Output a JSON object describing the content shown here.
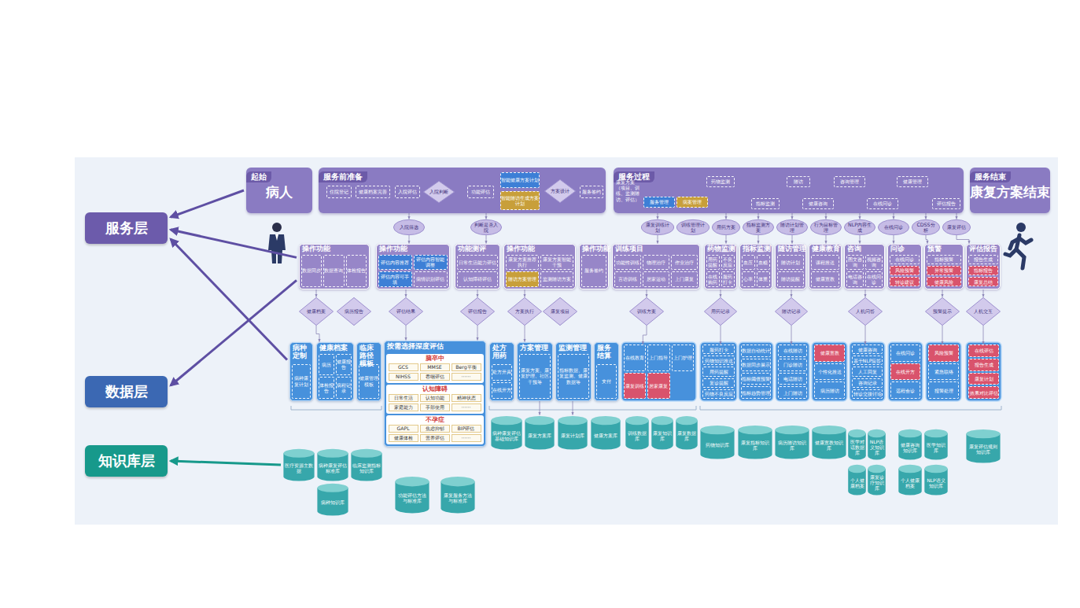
{
  "diagram": {
    "nodes": [
      {
        "text": [
          "服务层"
        ]
      },
      {
        "text": [
          "数据层"
        ]
      },
      {
        "text": [
          "知识库层"
        ]
      },
      {
        "text": [
          "起始",
          "病人"
        ]
      },
      {
        "text": [
          "服务前准备"
        ]
      },
      {
        "text": [
          "住院登记"
        ],
        "in": 4
      },
      {
        "text": [
          "健康档案完善"
        ],
        "in": 4
      },
      {
        "text": [
          "入院评估"
        ],
        "in": 4
      },
      {
        "text": [
          "入院判断"
        ],
        "in": 4
      },
      {
        "text": [
          "功能评估"
        ],
        "in": 4
      },
      {
        "text": [
          "智能健康方案计划"
        ],
        "in": 4
      },
      {
        "text": [
          "智能随访生成方案计划"
        ],
        "in": 4
      },
      {
        "text": [
          "方案设计"
        ],
        "in": 4
      },
      {
        "text": [
          "服务签约"
        ],
        "in": 4
      },
      {
        "text": [
          "服务过程"
        ]
      },
      {
        "text": [
          "服务管理"
        ],
        "in": 14
      },
      {
        "text": [
          "病案管理"
        ],
        "in": 14
      },
      {
        "text": [
          "药物监测"
        ],
        "in": 14
      },
      {
        "text": [
          "随访"
        ],
        "in": 14
      },
      {
        "text": [
          "咨询管理"
        ],
        "in": 14
      },
      {
        "text": [
          "健康管理"
        ],
        "in": 14
      },
      {
        "text": [
          "指标监测"
        ],
        "in": 14
      },
      {
        "text": [
          "健康咨询"
        ],
        "in": 14
      },
      {
        "text": [
          "在线问诊"
        ],
        "in": 14
      },
      {
        "text": [
          "评估报告"
        ],
        "in": 14
      },
      {
        "text": [
          "服务结束",
          "康复方案结束"
        ]
      },
      {
        "text": [
          "入院筛选"
        ]
      },
      {
        "text": [
          "判断是否入院"
        ]
      },
      {
        "text": [
          "康复训练计划"
        ]
      },
      {
        "text": [
          "训练管理计划"
        ]
      },
      {
        "text": [
          "用药方案"
        ]
      },
      {
        "text": [
          "指标监测方案"
        ]
      },
      {
        "text": [
          "随访计划管理"
        ]
      },
      {
        "text": [
          "行为目标管理"
        ]
      },
      {
        "text": [
          "NLP内容生成"
        ]
      },
      {
        "text": [
          "在线问诊"
        ]
      },
      {
        "text": [
          "CDSS分析"
        ]
      },
      {
        "text": [
          "康复评估"
        ]
      },
      {
        "text": [
          "操作功能"
        ]
      },
      {
        "text": [
          "数据同步"
        ],
        "in": 38
      },
      {
        "text": [
          "数据查询"
        ],
        "in": 38
      },
      {
        "text": [
          "体检报告"
        ],
        "in": 38
      },
      {
        "text": [
          "操作功能"
        ]
      },
      {
        "text": [
          "评估内容推荐"
        ],
        "in": 42
      },
      {
        "text": [
          "评估内容智能调整"
        ],
        "in": 42
      },
      {
        "text": [
          "评估内容可手填"
        ],
        "in": 42
      },
      {
        "text": [
          "病情识别评估"
        ],
        "in": 42
      },
      {
        "text": [
          "功能测评"
        ]
      },
      {
        "text": [
          "日常生活能力评估"
        ],
        "in": 47
      },
      {
        "text": [
          "认知障碍评估"
        ],
        "in": 47
      },
      {
        "text": [
          "操作功能"
        ]
      },
      {
        "text": [
          "康复方案推荐执行"
        ],
        "in": 50
      },
      {
        "text": [
          "康复方案智能干预"
        ],
        "in": 50
      },
      {
        "text": [
          "随访方案管理"
        ],
        "in": 50
      },
      {
        "text": [
          "监测随访方案"
        ],
        "in": 50
      },
      {
        "text": [
          "操作功能"
        ]
      },
      {
        "text": [
          "服务签约"
        ],
        "in": 55
      },
      {
        "text": [
          "训练项目"
        ]
      },
      {
        "text": [
          "功能性训练"
        ],
        "in": 57
      },
      {
        "text": [
          "物理治疗"
        ],
        "in": 57
      },
      {
        "text": [
          "作业治疗"
        ],
        "in": 57
      },
      {
        "text": [
          "言语训练"
        ],
        "in": 57
      },
      {
        "text": [
          "居家运动"
        ],
        "in": 57
      },
      {
        "text": [
          "上门康复"
        ],
        "in": 57
      },
      {
        "text": [
          "药物监测"
        ]
      },
      {
        "text": [
          "用药提醒"
        ],
        "in": 64
      },
      {
        "text": [
          "不良反应"
        ],
        "in": 64
      },
      {
        "text": [
          "在线购药"
        ],
        "in": 64
      },
      {
        "text": [
          "服药打卡"
        ],
        "in": 64
      },
      {
        "text": [
          "指标监测"
        ]
      },
      {
        "text": [
          "血压"
        ],
        "in": 69
      },
      {
        "text": [
          "血糖"
        ],
        "in": 69
      },
      {
        "text": [
          "心率"
        ],
        "in": 69
      },
      {
        "text": [
          "体重"
        ],
        "in": 69
      },
      {
        "text": [
          "随访管理"
        ]
      },
      {
        "text": [
          "随访计划"
        ],
        "in": 74
      },
      {
        "text": [
          "随访提醒"
        ],
        "in": 74
      },
      {
        "text": [
          "健康教育"
        ]
      },
      {
        "text": [
          "课程推送"
        ],
        "in": 77
      },
      {
        "text": [
          "健康宣教"
        ],
        "in": 77
      },
      {
        "text": [
          "咨询"
        ]
      },
      {
        "text": [
          "图文咨询"
        ],
        "in": 80
      },
      {
        "text": [
          "视频咨询"
        ],
        "in": 80
      },
      {
        "text": [
          "电话咨询"
        ],
        "in": 80
      },
      {
        "text": [
          "在线问诊"
        ],
        "in": 80
      },
      {
        "text": [
          "问诊"
        ]
      },
      {
        "text": [
          "在线问诊"
        ],
        "in": 85
      },
      {
        "text": [
          "风险预警"
        ],
        "in": 85
      },
      {
        "text": [
          "转诊建议"
        ],
        "in": 85
      },
      {
        "text": [
          "预警"
        ]
      },
      {
        "text": [
          "指标预警"
        ],
        "in": 89
      },
      {
        "text": [
          "异常预警"
        ],
        "in": 89
      },
      {
        "text": [
          "健康风险"
        ],
        "in": 89
      },
      {
        "text": [
          "评估报告"
        ]
      },
      {
        "text": [
          "报告生成"
        ],
        "in": 93
      },
      {
        "text": [
          "指标报告"
        ],
        "in": 93
      },
      {
        "text": [
          "康复总结"
        ],
        "in": 93
      },
      {
        "text": [
          "健康档案"
        ]
      },
      {
        "text": [
          "病历报告"
        ]
      },
      {
        "text": [
          "评估结果"
        ]
      },
      {
        "text": [
          "评估报告"
        ]
      },
      {
        "text": [
          "方案执行"
        ]
      },
      {
        "text": [
          "康复项目"
        ]
      },
      {
        "text": [
          "训练方案"
        ]
      },
      {
        "text": [
          "用药记录"
        ]
      },
      {
        "text": [
          "随访记录"
        ]
      },
      {
        "text": [
          "人机问答"
        ]
      },
      {
        "text": [
          "预警提示"
        ]
      },
      {
        "text": [
          "人机交互"
        ]
      },
      {
        "text": [
          "病种定制"
        ]
      },
      {
        "text": [
          "病种康复计划"
        ],
        "in": 109
      },
      {
        "text": [
          "健康档案"
        ]
      },
      {
        "text": [
          "病历"
        ],
        "in": 111
      },
      {
        "text": [
          "健康报告"
        ],
        "in": 111
      },
      {
        "text": [
          "体检报告"
        ],
        "in": 111
      },
      {
        "text": [
          "病程记录"
        ],
        "in": 111
      },
      {
        "text": [
          "临床路径模板"
        ]
      },
      {
        "text": [
          "健康管理模板"
        ],
        "in": 116
      },
      {
        "text": [
          "按需选择深度评估"
        ]
      },
      {
        "text": [
          "脑卒中"
        ],
        "in": 118
      },
      {
        "text": [
          "GCS"
        ],
        "in": 119
      },
      {
        "text": [
          "MMSE"
        ],
        "in": 119
      },
      {
        "text": [
          "Berg平衡"
        ],
        "in": 119
      },
      {
        "text": [
          "NIHSS"
        ],
        "in": 119
      },
      {
        "text": [
          "吞咽评估"
        ],
        "in": 119
      },
      {
        "text": [
          "······"
        ],
        "in": 119
      },
      {
        "text": [
          "认知障碍"
        ],
        "in": 118
      },
      {
        "text": [
          "日常生活"
        ],
        "in": 126
      },
      {
        "text": [
          "认知功能"
        ],
        "in": 126
      },
      {
        "text": [
          "精神状态"
        ],
        "in": 126
      },
      {
        "text": [
          "家庭能力"
        ],
        "in": 126
      },
      {
        "text": [
          "手部使用"
        ],
        "in": 126
      },
      {
        "text": [
          "······"
        ],
        "in": 126
      },
      {
        "text": [
          "不孕症"
        ],
        "in": 118
      },
      {
        "text": [
          "GAPL"
        ],
        "in": 133
      },
      {
        "text": [
          "焦虑抑郁"
        ],
        "in": 133
      },
      {
        "text": [
          "BIP评估"
        ],
        "in": 133
      },
      {
        "text": [
          "健康体检"
        ],
        "in": 133
      },
      {
        "text": [
          "营养评估"
        ],
        "in": 133
      },
      {
        "text": [
          "······"
        ],
        "in": 133
      },
      {
        "text": [
          "处方用药"
        ]
      },
      {
        "text": [
          "处方开具"
        ],
        "in": 140
      },
      {
        "text": [
          "在线开方"
        ],
        "in": 140
      },
      {
        "text": [
          "方案管理"
        ]
      },
      {
        "text": [
          "康复方案、康复护理、社区干预等"
        ],
        "in": 143
      },
      {
        "text": [
          "监测管理"
        ]
      },
      {
        "text": [
          "指标数据、康复监测、健康数据等"
        ],
        "in": 145
      },
      {
        "text": [
          "服务结算"
        ]
      },
      {
        "text": [
          "支付"
        ],
        "in": 147
      },
      {
        "text": [
          "在线教育"
        ]
      },
      {
        "text": [
          "上门指导"
        ]
      },
      {
        "text": [
          "上门护理"
        ]
      },
      {
        "text": [
          "康复训练"
        ]
      },
      {
        "text": [
          "居家康复"
        ]
      },
      {
        "text": [
          "服药打卡"
        ]
      },
      {
        "text": [
          "药物知识推送"
        ]
      },
      {
        "text": [
          "用药提醒"
        ]
      },
      {
        "text": [
          "复诊提醒"
        ]
      },
      {
        "text": [
          "药物不良反应"
        ]
      },
      {
        "text": [
          "数据自动统计"
        ]
      },
      {
        "text": [
          "数据同步展示"
        ]
      },
      {
        "text": [
          "指标阈值预警"
        ]
      },
      {
        "text": [
          "指标趋势管理"
        ]
      },
      {
        "text": [
          "在线随访"
        ]
      },
      {
        "text": [
          "门诊随访"
        ]
      },
      {
        "text": [
          "电话随访"
        ]
      },
      {
        "text": [
          "上门随访"
        ]
      },
      {
        "text": [
          "健康宣教"
        ]
      },
      {
        "text": [
          "个性化推送"
        ]
      },
      {
        "text": [
          "病历随访"
        ]
      },
      {
        "text": [
          "健康咨询"
        ]
      },
      {
        "text": [
          "基于NLP应答"
        ]
      },
      {
        "text": [
          "人工回复"
        ]
      },
      {
        "text": [
          "咨询记录"
        ]
      },
      {
        "text": [
          "转诊交接讨论"
        ]
      },
      {
        "text": [
          "在线问诊"
        ]
      },
      {
        "text": [
          "在线开方"
        ]
      },
      {
        "text": [
          "远程会诊"
        ]
      },
      {
        "text": [
          "风险预警"
        ]
      },
      {
        "text": [
          "紧急联络"
        ]
      },
      {
        "text": [
          "报警处理"
        ]
      },
      {
        "text": [
          "在线评估"
        ]
      },
      {
        "text": [
          "报告生成"
        ]
      },
      {
        "text": [
          "康复计划"
        ]
      },
      {
        "text": [
          "效果对比评估"
        ]
      },
      {
        "text": [
          "病种康复评估基础知识库"
        ]
      },
      {
        "text": [
          "康复方案库"
        ]
      },
      {
        "text": [
          "康复计划库"
        ]
      },
      {
        "text": [
          "健康方案库"
        ]
      },
      {
        "text": [
          "训练数据库"
        ]
      },
      {
        "text": [
          "康复知识库"
        ]
      },
      {
        "text": [
          "康复数据库"
        ]
      },
      {
        "text": [
          "药物知识库"
        ]
      },
      {
        "text": [
          "康复指标知识库"
        ]
      },
      {
        "text": [
          "病历随访知识库"
        ]
      },
      {
        "text": [
          "健康宣教知识库"
        ]
      },
      {
        "text": [
          "医学对话数据库"
        ]
      },
      {
        "text": [
          "NLP语义知识库"
        ]
      },
      {
        "text": [
          "健康咨询知识库"
        ]
      },
      {
        "text": [
          "医学知识库"
        ]
      },
      {
        "text": [
          "康复评估规则知识库"
        ]
      },
      {
        "text": [
          "医疗资源主数据"
        ]
      },
      {
        "text": [
          "病种康复评估标准库"
        ]
      },
      {
        "text": [
          "临床监测指标知识库"
        ]
      },
      {
        "text": [
          "病种知识库"
        ]
      },
      {
        "text": [
          "功能评估方法与标准库"
        ]
      },
      {
        "text": [
          "康复服务方法与标准库"
        ]
      },
      {
        "text": [
          "个人健康档案"
        ]
      },
      {
        "text": [
          "康复诊疗知识库"
        ]
      },
      {
        "text": [
          "个人健康档案"
        ]
      },
      {
        "text": [
          "NLP语义知识库"
        ]
      }
    ],
    "edges": [
      {
        "from": 3,
        "to": 0,
        "arrow": "to"
      },
      {
        "from": 38,
        "to": 0,
        "arrow": "to"
      },
      {
        "from": 38,
        "to": 1,
        "arrow": "to"
      },
      {
        "from": 109,
        "to": 0,
        "arrow": "to"
      },
      {
        "from": 201,
        "to": 2,
        "arrow": "to"
      },
      {
        "from": 4,
        "to": 26,
        "arrow": "to"
      },
      {
        "from": 4,
        "to": 27,
        "arrow": "to"
      },
      {
        "from": 14,
        "to": 28,
        "arrow": "to"
      },
      {
        "from": 14,
        "to": 30,
        "arrow": "to"
      },
      {
        "from": 14,
        "to": 31,
        "arrow": "to"
      },
      {
        "from": 14,
        "to": 32,
        "arrow": "to"
      },
      {
        "from": 14,
        "to": 33,
        "arrow": "to"
      },
      {
        "from": 14,
        "to": 34,
        "arrow": "to"
      },
      {
        "from": 14,
        "to": 35,
        "arrow": "to"
      },
      {
        "from": 14,
        "to": 36,
        "arrow": "to"
      },
      {
        "from": 14,
        "to": 37,
        "arrow": "to"
      },
      {
        "from": 26,
        "to": 42,
        "arrow": "to"
      },
      {
        "from": 27,
        "to": 47,
        "arrow": "to"
      },
      {
        "from": 28,
        "to": 57,
        "arrow": "to"
      },
      {
        "from": 30,
        "to": 64,
        "arrow": "to"
      },
      {
        "from": 31,
        "to": 69,
        "arrow": "to"
      },
      {
        "from": 32,
        "to": 74,
        "arrow": "to"
      },
      {
        "from": 33,
        "to": 77,
        "arrow": "to"
      },
      {
        "from": 34,
        "to": 80,
        "arrow": "to"
      },
      {
        "from": 35,
        "to": 85,
        "arrow": "to"
      },
      {
        "from": 36,
        "to": 89,
        "arrow": "to"
      },
      {
        "from": 37,
        "to": 93,
        "arrow": "to"
      },
      {
        "from": 38,
        "to": 97,
        "arrow": "to"
      },
      {
        "from": 42,
        "to": 99,
        "arrow": "to"
      },
      {
        "from": 47,
        "to": 100,
        "arrow": "to"
      },
      {
        "from": 50,
        "to": 101,
        "arrow": "to"
      },
      {
        "from": 57,
        "to": 103,
        "arrow": "to"
      },
      {
        "from": 64,
        "to": 104,
        "arrow": "to"
      },
      {
        "from": 74,
        "to": 105,
        "arrow": "to"
      },
      {
        "from": 80,
        "to": 106,
        "arrow": "to"
      },
      {
        "from": 89,
        "to": 107,
        "arrow": "to"
      },
      {
        "from": 93,
        "to": 108,
        "arrow": "to"
      },
      {
        "from": 97,
        "to": 111,
        "arrow": "to"
      },
      {
        "from": 99,
        "to": 118,
        "arrow": "to"
      },
      {
        "from": 100,
        "to": 118,
        "arrow": "to"
      },
      {
        "from": 101,
        "to": 143,
        "arrow": "to"
      },
      {
        "from": 103,
        "to": 149,
        "arrow": "to"
      },
      {
        "from": 104,
        "to": 154,
        "arrow": "to"
      },
      {
        "from": 105,
        "to": 163,
        "arrow": "to"
      },
      {
        "from": 106,
        "to": 170,
        "arrow": "to"
      },
      {
        "from": 107,
        "to": 178,
        "arrow": "to"
      },
      {
        "from": 108,
        "to": 181,
        "arrow": "to"
      },
      {
        "from": 143,
        "to": 186,
        "arrow": "to"
      },
      {
        "from": 145,
        "to": 187,
        "arrow": "to"
      }
    ],
    "labels": [
      "康复方案（项目、训练、监测随访、评估）"
    ]
  }
}
